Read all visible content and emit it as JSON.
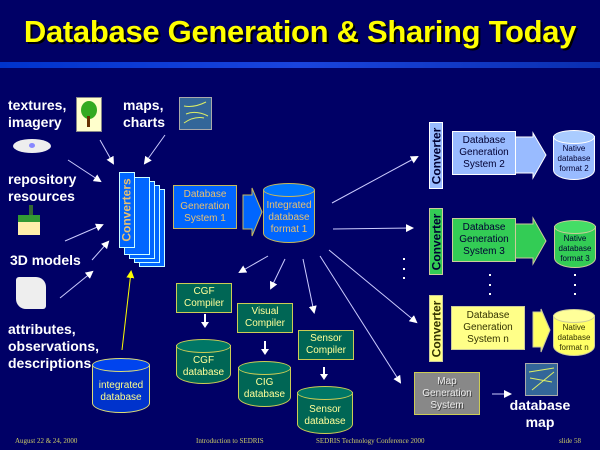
{
  "slide": {
    "title": "Database Generation & Sharing Today",
    "accent_title_color": "#ffff00",
    "background_color": "#000066"
  },
  "sources": {
    "textures": "textures,\nimagery",
    "maps": "maps,\ncharts",
    "repository": "repository\nresources",
    "models": "3D models",
    "attributes": "attributes,\nobservations,\ndescriptions"
  },
  "core": {
    "converters_label": "Converters",
    "dbgs1": "Database Generation System 1",
    "integrated_format": "Integrated database format 1",
    "integrated_db": "integrated database"
  },
  "compilers": [
    {
      "compiler": "CGF Compiler",
      "database": "CGF database"
    },
    {
      "compiler": "Visual Compiler",
      "database": "CIG database"
    },
    {
      "compiler": "Sensor Compiler",
      "database": "Sensor database"
    }
  ],
  "targets": [
    {
      "converter": "Converter",
      "system": "Database Generation System 2",
      "format": "Native database format 2",
      "color": "#99bbff"
    },
    {
      "converter": "Converter",
      "system": "Database Generation System 3",
      "format": "Native database format 3",
      "color": "#33cc55"
    },
    {
      "converter": "Converter",
      "system": "Database Generation System n",
      "format": "Native database format n",
      "color": "#ffff88"
    }
  ],
  "map_generation": {
    "system": "Map Generation System",
    "output": "database map"
  },
  "footer": {
    "date": "August 22 & 24, 2000",
    "course": "Introduction to SEDRIS",
    "conference": "SEDRIS Technology Conference 2000",
    "slide_num": "slide 58"
  }
}
